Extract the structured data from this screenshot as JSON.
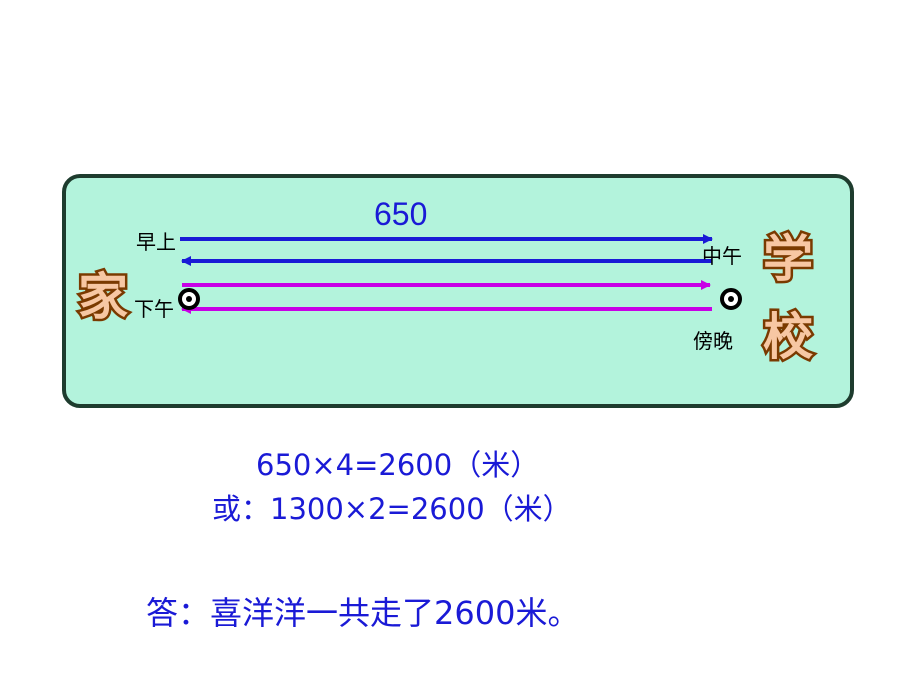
{
  "diagram": {
    "distance_label": "650",
    "home_label": "家",
    "school_label_top": "学",
    "school_label_bottom": "校",
    "times": {
      "morning": "早上",
      "noon": "中午",
      "afternoon": "下午",
      "evening": "傍晚"
    },
    "colors": {
      "panel_bg": "#b3f3dc",
      "panel_border": "#1e3c2e",
      "arrow_blue": "#1a1ad6",
      "arrow_magenta": "#c800e6",
      "text_blue": "#1a1ad6"
    },
    "trips": [
      {
        "name": "morning-trip",
        "direction": "to-school",
        "color": "blue"
      },
      {
        "name": "noon-trip",
        "direction": "to-home",
        "color": "blue"
      },
      {
        "name": "afternoon-trip",
        "direction": "to-school",
        "color": "magenta"
      },
      {
        "name": "evening-trip",
        "direction": "to-home",
        "color": "magenta"
      }
    ],
    "icons": [
      "home-target-icon",
      "school-target-icon"
    ]
  },
  "solution": {
    "equation_1": "650×4=2600（米）",
    "equation_2": "或：1300×2=2600（米）",
    "answer": "答：喜洋洋一共走了2600米。"
  }
}
